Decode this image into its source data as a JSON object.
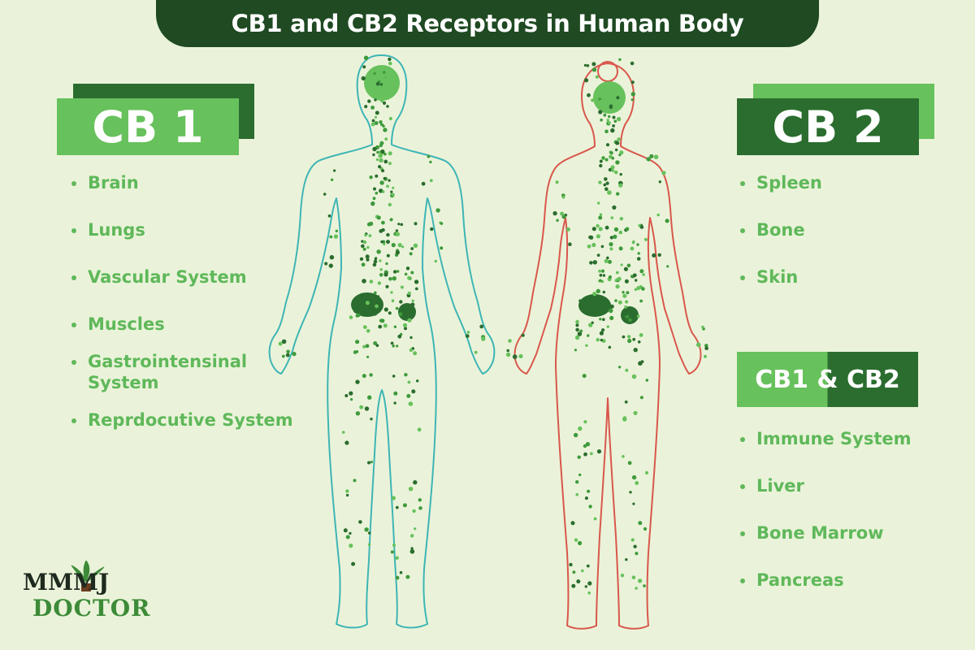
{
  "title": "CB1 and CB2 Receptors in Human Body",
  "cb1": {
    "label": "CB 1",
    "items": [
      "Brain",
      "Lungs",
      "Vascular System",
      "Muscles",
      "Gastrointensinal\nSystem",
      "Reprdocutive System"
    ]
  },
  "cb2": {
    "label": "CB 2",
    "items": [
      "Spleen",
      "Bone",
      "Skin"
    ]
  },
  "cb1_cb2": {
    "label": "CB1 & CB2",
    "items": [
      "Immune System",
      "Liver",
      "Bone Marrow",
      "Pancreas"
    ]
  },
  "logo": {
    "line1": "MMMJ",
    "line2": "DOCTOR"
  },
  "colors": {
    "dark_green": "#2b6d2f",
    "light_green": "#67c15c",
    "male_outline": "#3eb5b5",
    "female_outline": "#d9574c",
    "background": "#eaf3d9"
  }
}
